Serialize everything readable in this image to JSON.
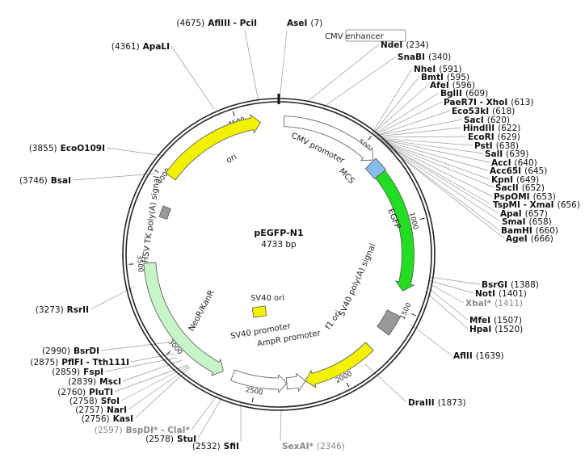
{
  "plasmid": {
    "name": "pEGFP-N1",
    "size": "4733 bp"
  },
  "colors": {
    "backbone": "#222222",
    "ori": "#f2f200",
    "egfp": "#22dd22",
    "neo": "#c8f5c8",
    "promoter": "#ffffff",
    "mcs": "#87bdea",
    "polyA": "#999999",
    "sv40ori": "#f2f200",
    "f1ori": "#f2f200",
    "leader": "#999999"
  },
  "ticks": [
    {
      "label": "500"
    },
    {
      "label": "1000"
    },
    {
      "label": "1500"
    },
    {
      "label": "2000"
    },
    {
      "label": "2500"
    },
    {
      "label": "3000"
    },
    {
      "label": "3500"
    },
    {
      "label": "4000"
    },
    {
      "label": "4500"
    }
  ],
  "features": [
    {
      "label": "ori"
    },
    {
      "label": "CMV promoter"
    },
    {
      "label": "MCS"
    },
    {
      "label": "EGFP"
    },
    {
      "label": "SV40 poly(A) signal"
    },
    {
      "label": "f1 ori"
    },
    {
      "label": "AmpR promoter"
    },
    {
      "label": "SV40 promoter"
    },
    {
      "label": "SV40 ori"
    },
    {
      "label": "NeoR/KanR"
    },
    {
      "label": "HSV TK poly(A) signal"
    },
    {
      "label": "CMV enhancer"
    }
  ],
  "sites": [
    {
      "pos": "(7)",
      "name": "AseI",
      "dim": false,
      "pos_first": false
    },
    {
      "pos": "(4675)",
      "name": "AflIII - PciI",
      "dim": false,
      "pos_first": true
    },
    {
      "pos": "(4361)",
      "name": "ApaLI",
      "dim": false,
      "pos_first": true
    },
    {
      "pos": "(3855)",
      "name": "EcoO109I",
      "dim": false,
      "pos_first": true
    },
    {
      "pos": "(3746)",
      "name": "BsaI",
      "dim": false,
      "pos_first": true
    },
    {
      "pos": "(3273)",
      "name": "RsrII",
      "dim": false,
      "pos_first": true
    },
    {
      "pos": "(2990)",
      "name": "BsrDI",
      "dim": false,
      "pos_first": true
    },
    {
      "pos": "(2875)",
      "name": "PflFI - Tth111I",
      "dim": false,
      "pos_first": true
    },
    {
      "pos": "(2859)",
      "name": "FspI",
      "dim": false,
      "pos_first": true
    },
    {
      "pos": "(2839)",
      "name": "MscI",
      "dim": false,
      "pos_first": true
    },
    {
      "pos": "(2760)",
      "name": "PluTI",
      "dim": false,
      "pos_first": true
    },
    {
      "pos": "(2758)",
      "name": "SfoI",
      "dim": false,
      "pos_first": true
    },
    {
      "pos": "(2757)",
      "name": "NarI",
      "dim": false,
      "pos_first": true
    },
    {
      "pos": "(2756)",
      "name": "KasI",
      "dim": false,
      "pos_first": true
    },
    {
      "pos": "(2597)",
      "name": "BspDI* - ClaI*",
      "dim": true,
      "pos_first": true
    },
    {
      "pos": "(2578)",
      "name": "StuI",
      "dim": false,
      "pos_first": true
    },
    {
      "pos": "(2532)",
      "name": "SfiI",
      "dim": false,
      "pos_first": true
    },
    {
      "pos": "(2346)",
      "name": "SexAI*",
      "dim": true,
      "pos_first": false
    },
    {
      "pos": "(1873)",
      "name": "DraIII",
      "dim": false,
      "pos_first": false
    },
    {
      "pos": "(1639)",
      "name": "AflII",
      "dim": false,
      "pos_first": false
    },
    {
      "pos": "(1520)",
      "name": "HpaI",
      "dim": false,
      "pos_first": false
    },
    {
      "pos": "(1507)",
      "name": "MfeI",
      "dim": false,
      "pos_first": false
    },
    {
      "pos": "(1411)",
      "name": "XbaI*",
      "dim": true,
      "pos_first": false
    },
    {
      "pos": "(1401)",
      "name": "NotI",
      "dim": false,
      "pos_first": false
    },
    {
      "pos": "(1388)",
      "name": "BsrGI",
      "dim": false,
      "pos_first": false
    },
    {
      "pos": "(234)",
      "name": "NdeI",
      "dim": false,
      "pos_first": false
    },
    {
      "pos": "(340)",
      "name": "SnaBI",
      "dim": false,
      "pos_first": false
    },
    {
      "pos": "(591)",
      "name": "NheI",
      "dim": false,
      "pos_first": false
    },
    {
      "pos": "(595)",
      "name": "BmtI",
      "dim": false,
      "pos_first": false
    },
    {
      "pos": "(596)",
      "name": "AfeI",
      "dim": false,
      "pos_first": false
    },
    {
      "pos": "(609)",
      "name": "BglII",
      "dim": false,
      "pos_first": false
    },
    {
      "pos": "(613)",
      "name": "PaeR7I - XhoI",
      "dim": false,
      "pos_first": false
    },
    {
      "pos": "(618)",
      "name": "Eco53kI",
      "dim": false,
      "pos_first": false
    },
    {
      "pos": "(620)",
      "name": "SacI",
      "dim": false,
      "pos_first": false
    },
    {
      "pos": "(622)",
      "name": "HindIII",
      "dim": false,
      "pos_first": false
    },
    {
      "pos": "(629)",
      "name": "EcoRI",
      "dim": false,
      "pos_first": false
    },
    {
      "pos": "(638)",
      "name": "PstI",
      "dim": false,
      "pos_first": false
    },
    {
      "pos": "(639)",
      "name": "SalI",
      "dim": false,
      "pos_first": false
    },
    {
      "pos": "(640)",
      "name": "AccI",
      "dim": false,
      "pos_first": false
    },
    {
      "pos": "(645)",
      "name": "Acc65I",
      "dim": false,
      "pos_first": false
    },
    {
      "pos": "(649)",
      "name": "KpnI",
      "dim": false,
      "pos_first": false
    },
    {
      "pos": "(652)",
      "name": "SacII",
      "dim": false,
      "pos_first": false
    },
    {
      "pos": "(653)",
      "name": "PspOMI",
      "dim": false,
      "pos_first": false
    },
    {
      "pos": "(656)",
      "name": "TspMI - XmaI",
      "dim": false,
      "pos_first": false
    },
    {
      "pos": "(657)",
      "name": "ApaI",
      "dim": false,
      "pos_first": false
    },
    {
      "pos": "(658)",
      "name": "SmaI",
      "dim": false,
      "pos_first": false
    },
    {
      "pos": "(660)",
      "name": "BamHI",
      "dim": false,
      "pos_first": false
    },
    {
      "pos": "(666)",
      "name": "AgeI",
      "dim": false,
      "pos_first": false
    }
  ]
}
